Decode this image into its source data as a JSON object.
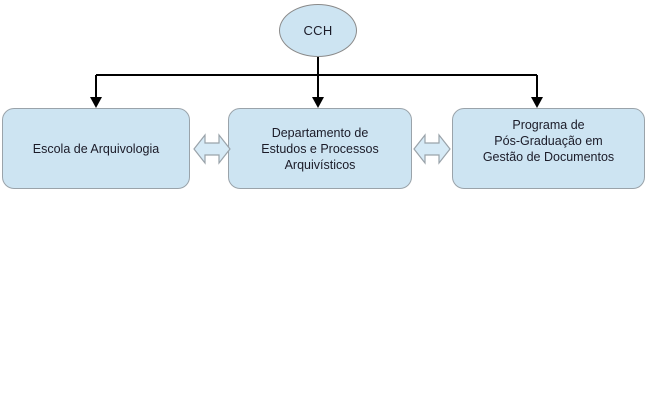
{
  "diagram": {
    "title": "CCH",
    "type": "organizational-hierarchy",
    "colors": {
      "node_fill": "#cde4f2",
      "node_border": "#9aa3aa",
      "root_border": "#8a8a8a",
      "connector": "#000000",
      "background": "#ffffff"
    },
    "root": {
      "label": "CCH",
      "shape": "ellipse"
    },
    "units": [
      {
        "id": "escola",
        "label": "Escola de Arquivologia",
        "shape": "rounded-rectangle"
      },
      {
        "id": "departamento",
        "label": "Departamento de\nEstudos e Processos\nArquivísticos",
        "shape": "rounded-rectangle"
      },
      {
        "id": "programa",
        "label": "Programa de\nPós-Graduação em\nGestão de Documentos",
        "shape": "rounded-rectangle"
      }
    ],
    "connectors": {
      "hierarchy": "single-arrow-down",
      "peer": "double-headed-arrow"
    }
  }
}
